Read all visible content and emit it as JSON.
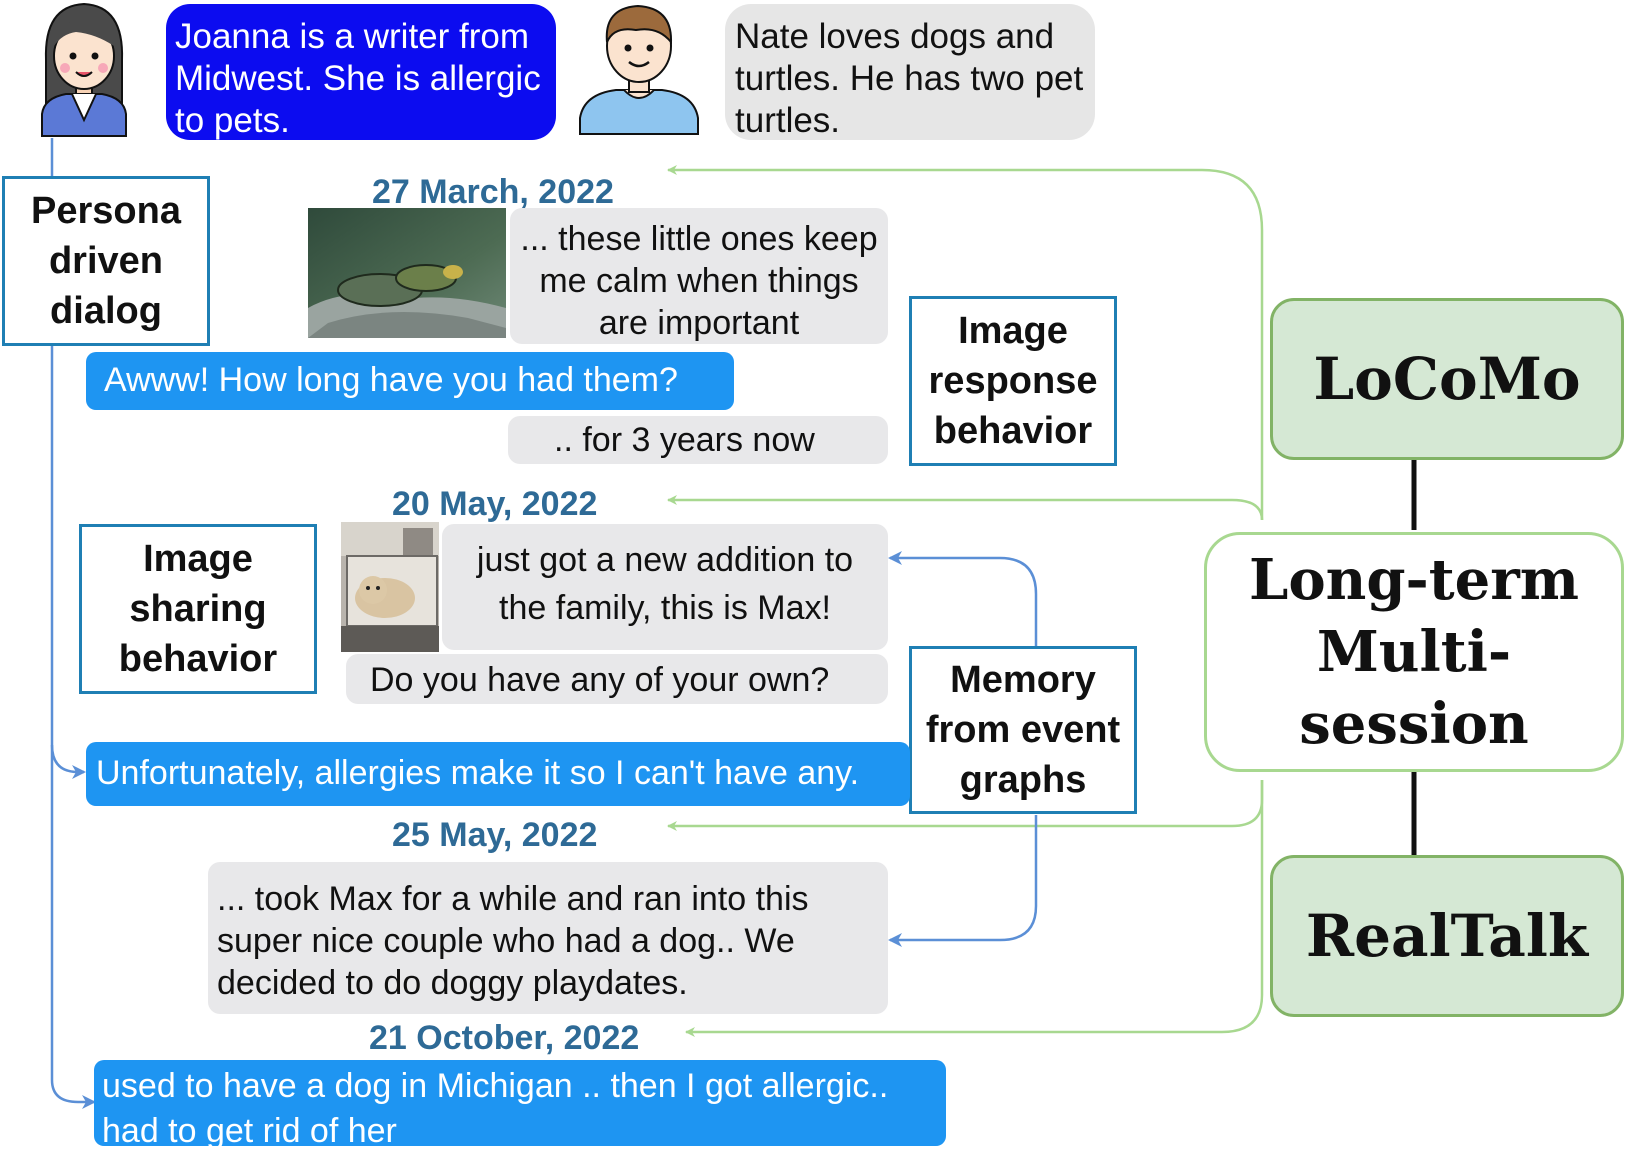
{
  "personas": {
    "joanna": "Joanna is a writer from Midwest. She is allergic to pets.",
    "nate": "Nate loves dogs and turtles. He has two pet turtles."
  },
  "labels": {
    "persona_driven": "Persona\ndriven\ndialog",
    "image_response": "Image\nresponse\nbehavior",
    "image_sharing": "Image\nsharing\nbehavior",
    "memory_event": "Memory\nfrom event\ngraphs"
  },
  "dates": {
    "d1": "27 March, 2022",
    "d2": "20 May, 2022",
    "d3": "25 May, 2022",
    "d4": "21 October, 2022"
  },
  "messages": {
    "m1": "... these little ones keep me calm when things are important",
    "m2": "Awww! How long have you had them?",
    "m3": ".. for 3 years now",
    "m4": "just got a new addition to the family, this is Max!",
    "m5": "Do you have any of your own?",
    "m6": "Unfortunately, allergies make it so I can't have any.",
    "m7": "... took Max for a while and ran into this super nice couple who had a dog.. We decided to do doggy playdates.",
    "m8": "used to have a dog in Michigan .. then I got allergic.. had to get rid of her"
  },
  "frameworks": {
    "locomo": "LoCoMo",
    "longterm": "Long-term\nMulti-session",
    "realtalk": "RealTalk"
  },
  "colors": {
    "joanna_bubble": "#0c0cf0",
    "chat_blue": "#1e95f2",
    "chat_grey": "#e8e8ea",
    "date": "#2e6a96",
    "label_border": "#1f7fb4",
    "green_fill": "#d5e8d4",
    "green_border": "#82b366",
    "arrow_green": "#a8d890",
    "arrow_blue": "#5b8fd6"
  },
  "icons": {
    "joanna": "woman-avatar-icon",
    "nate": "man-avatar-icon",
    "turtle": "turtle-photo",
    "dog": "dog-photo"
  }
}
